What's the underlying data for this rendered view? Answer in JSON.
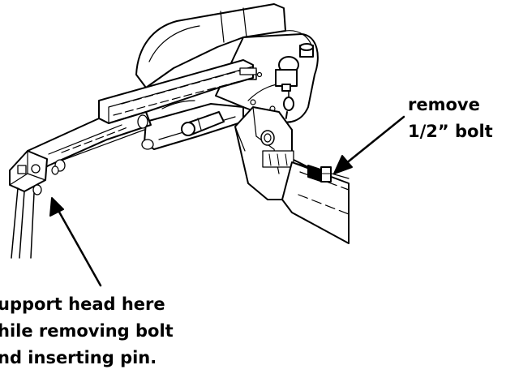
{
  "callouts": {
    "remove_bolt": {
      "lines": [
        "remove",
        "1/2” bolt"
      ]
    },
    "support_head": {
      "lines": [
        "upport head here",
        "hile removing bolt",
        "nd inserting pin."
      ]
    }
  },
  "colors": {
    "line": "#000000",
    "fill": "#ffffff",
    "text": "#000000"
  }
}
